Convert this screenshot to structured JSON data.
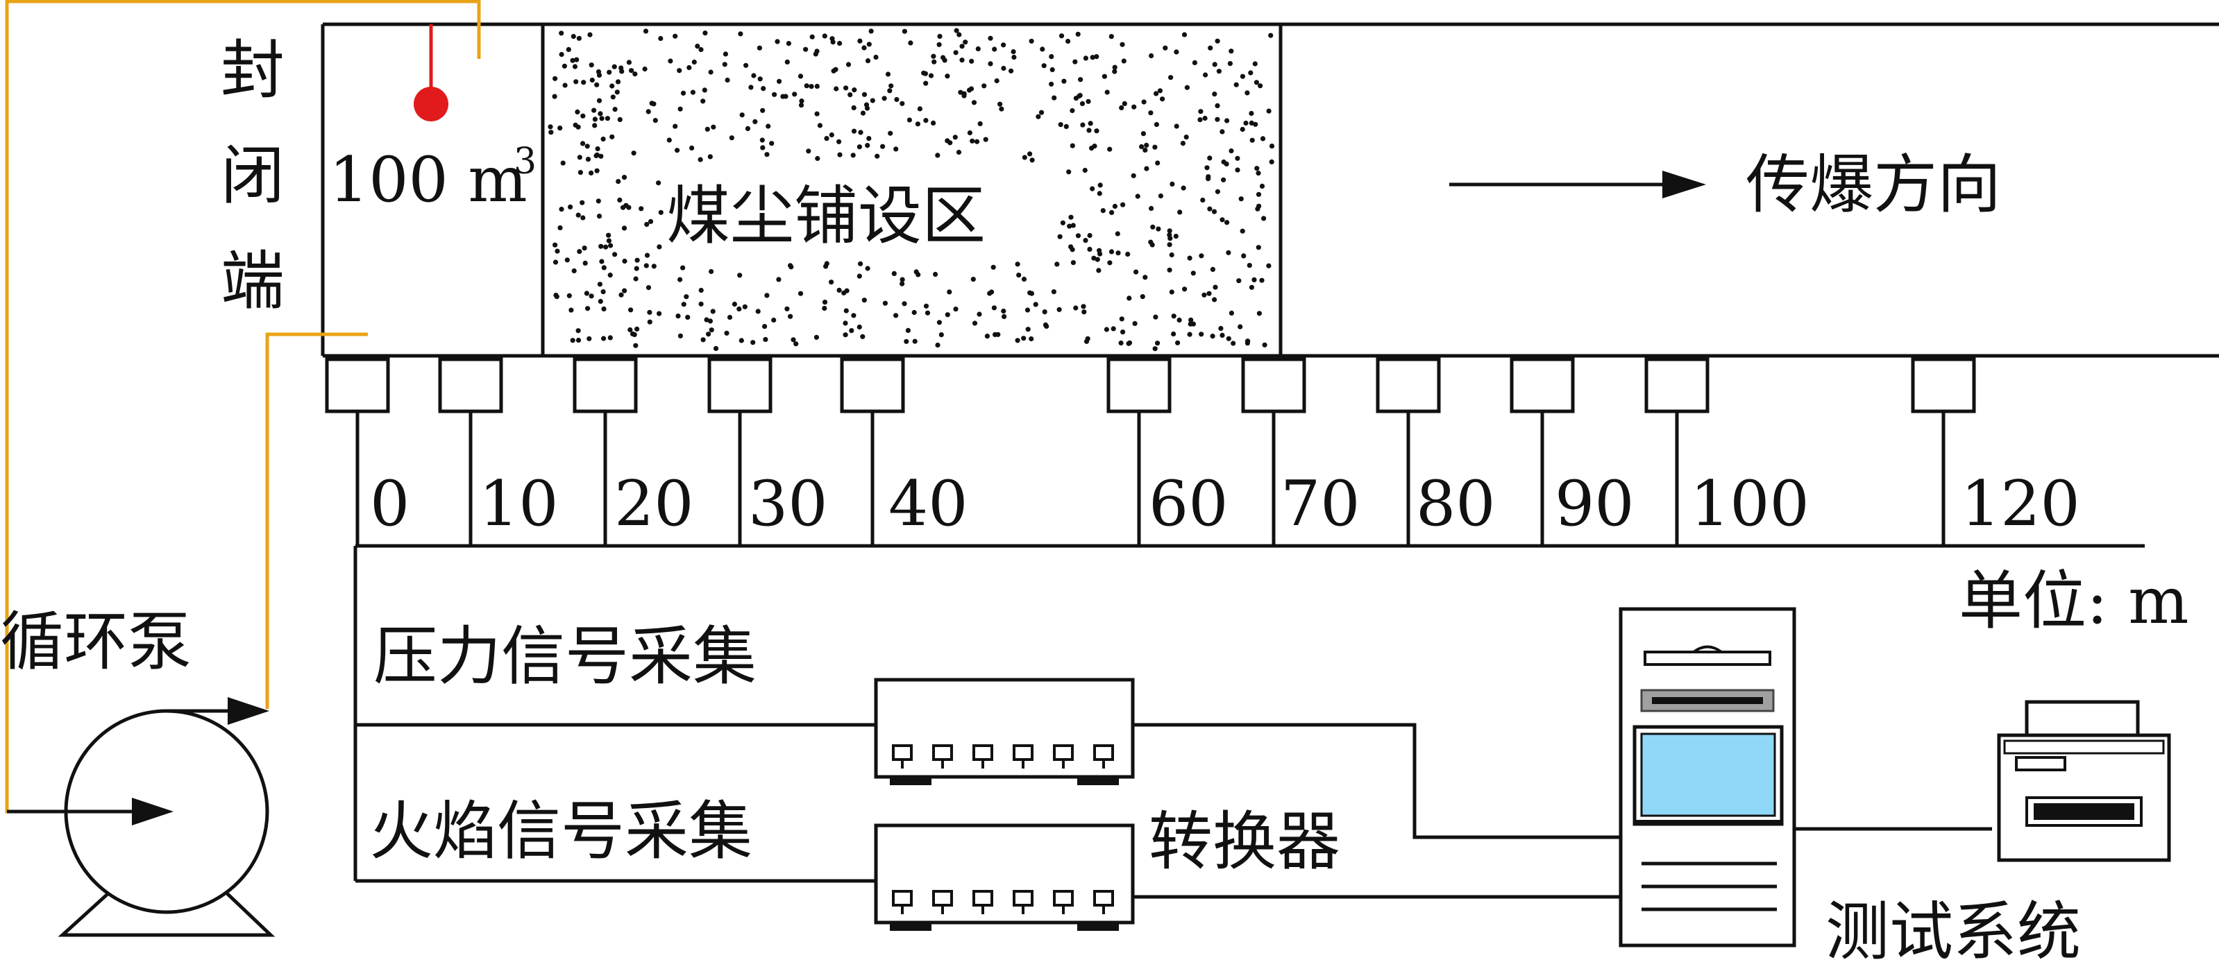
{
  "closed_end": {
    "chars": [
      "封",
      "闭",
      "端"
    ]
  },
  "chamber": {
    "volume_value": "100 m",
    "volume_exponent": "3"
  },
  "coal_dust_zone": {
    "label": "煤尘铺设区"
  },
  "propagation": {
    "label": "传爆方向"
  },
  "pump": {
    "label": "循环泵"
  },
  "sensors": {
    "distances": [
      "0",
      "10",
      "20",
      "30",
      "40",
      "60",
      "70",
      "80",
      "90",
      "100",
      "120"
    ],
    "unit_label": "单位: m"
  },
  "acquisition": {
    "pressure_label": "压力信号采集",
    "flame_label": "火焰信号采集"
  },
  "converter": {
    "label": "转换器"
  },
  "test_system": {
    "label": "测试系统"
  },
  "colors": {
    "line": "#111111",
    "circulation_pipe": "#e8a317",
    "ignition_marker": "#e11b1b",
    "screen": "#8fd8f8",
    "drive_slot": "#a0a0a0"
  },
  "icons": [
    "ignition-point-icon",
    "pump-icon",
    "arrow-right-icon",
    "computer-tower-icon",
    "printer-icon",
    "acquisition-box-icon"
  ]
}
